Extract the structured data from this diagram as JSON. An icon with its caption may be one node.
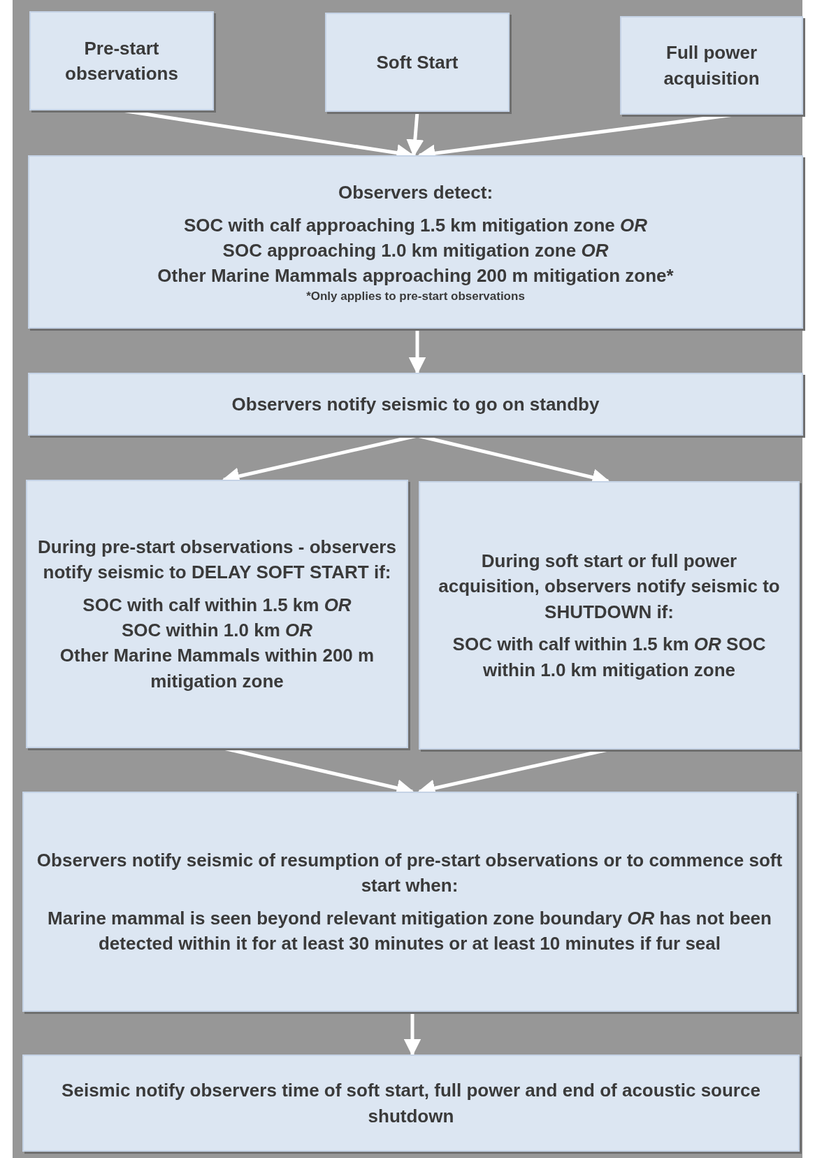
{
  "diagram": {
    "nodes": [
      {
        "text": [
          "Pre-start observations"
        ]
      },
      {
        "text": [
          "Soft Start"
        ]
      },
      {
        "text": [
          "Full power acquisition"
        ]
      },
      {
        "text": [
          "Observers detect:",
          "SOC with calf approaching 1.5 km mitigation zone *OR*",
          "SOC approaching 1.0 km mitigation zone *OR*",
          "Other Marine Mammals approaching 200 m mitigation zone*",
          "*Only applies to pre-start observations"
        ]
      },
      {
        "text": [
          "Observers notify seismic to go on standby"
        ]
      },
      {
        "text": [
          "During pre-start observations - observers notify seismic to DELAY SOFT START if:",
          "SOC with calf within 1.5 km *OR*",
          "SOC within 1.0 km *OR*",
          "Other Marine Mammals within 200 m mitigation zone"
        ]
      },
      {
        "text": [
          "During soft start or full power acquisition, observers notify seismic to SHUTDOWN if:",
          "SOC with calf within 1.5 km *OR* SOC within 1.0 km mitigation zone"
        ]
      },
      {
        "text": [
          "Observers notify seismic of resumption of pre-start observations or to commence soft start when:",
          "Marine mammal is seen beyond relevant mitigation zone boundary *OR* has not been detected within it for at least 30 minutes or at least 10 minutes if fur seal"
        ]
      },
      {
        "text": [
          "Seismic notify observers time of soft start, full power and end of acoustic source shutdown"
        ]
      }
    ],
    "edges": [
      {
        "from": 0,
        "to": 3,
        "arrow": "to"
      },
      {
        "from": 1,
        "to": 3,
        "arrow": "to"
      },
      {
        "from": 2,
        "to": 3,
        "arrow": "to"
      },
      {
        "from": 3,
        "to": 4,
        "arrow": "to"
      },
      {
        "from": 4,
        "to": 5,
        "arrow": "to"
      },
      {
        "from": 4,
        "to": 6,
        "arrow": "to"
      },
      {
        "from": 5,
        "to": 7,
        "arrow": "to"
      },
      {
        "from": 6,
        "to": 7,
        "arrow": "to"
      },
      {
        "from": 7,
        "to": 8,
        "arrow": "to"
      }
    ]
  }
}
